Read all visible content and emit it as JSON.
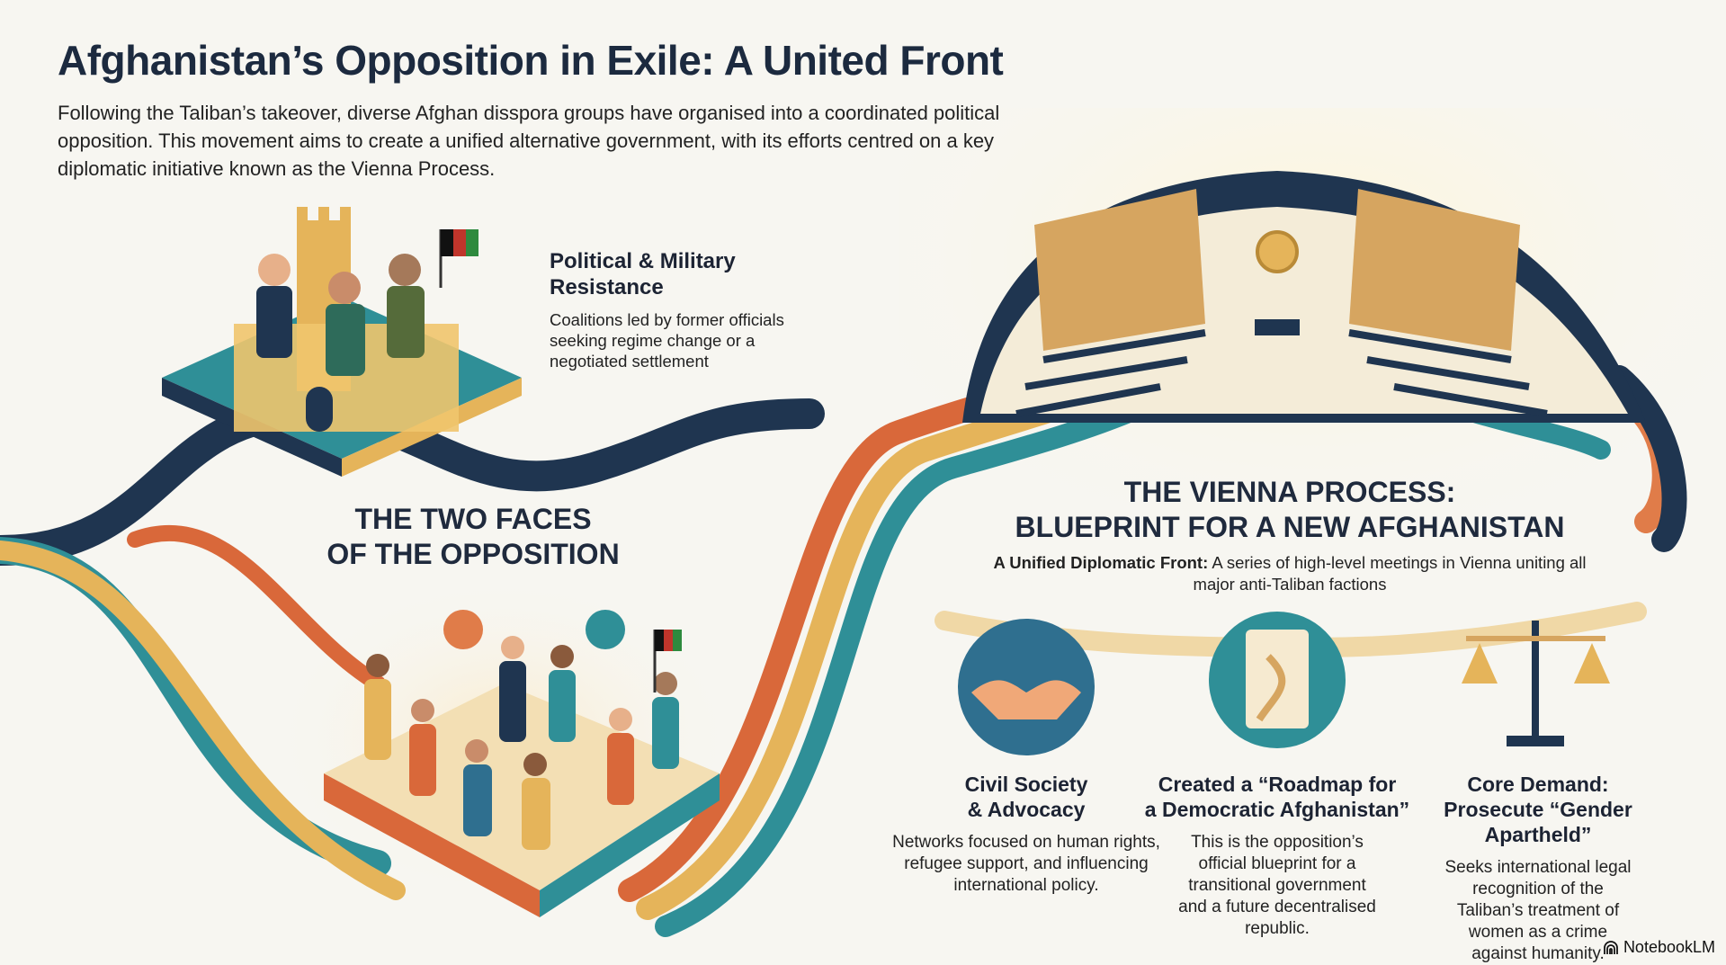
{
  "title": "Afghanistan’s Opposition in Exile: A United Front",
  "subtitle": "Following the Taliban’s takeover, diverse Afghan disspora groups have organised into a coordinated political opposition. This movement aims to create a unified alternative government, with its efforts centred on a key diplomatic initiative known as the Vienna Process.",
  "left_section": {
    "heading_line1": "THE TWO FACES",
    "heading_line2": "OF THE OPPOSITION",
    "political_military": {
      "title_line1": "Political & Military",
      "title_line2": "Resistance",
      "description": "Coalitions led by former officials seeking regime change or a negotiated settlement"
    }
  },
  "right_section": {
    "heading_line1": "THE VIENNA PROCESS:",
    "heading_line2": "BLUEPRINT FOR A NEW AFGHANISTAN",
    "sub_bold": "A Unified Diplomatic Front:",
    "sub_text": " A series of high-level meetings in Vienna uniting all major anti-Taliban factions"
  },
  "cards": [
    {
      "icon": "handshake-icon",
      "title_line1": "Civil Society",
      "title_line2": "& Advocacy",
      "description": "Networks focused on human rights, refugee support, and influencing international policy."
    },
    {
      "icon": "scroll-roadmap-icon",
      "title_line1": "Created a “Roadmap for",
      "title_line2": "a Democratic Afghanistan”",
      "description": "This is the opposition’s official blueprint for a transitional government and a future decentralised republic."
    },
    {
      "icon": "scales-of-justice-icon",
      "title_line1": "Core Demand:",
      "title_line2": "Prosecute “Gender Apartheld”",
      "description": "Seeks international legal recognition of the Taliban’s treatment of women as a crime against humanity."
    }
  ],
  "brand": "NotebookLM",
  "colors": {
    "navy": "#1f3550",
    "teal": "#2f8f97",
    "gold": "#e5b45a",
    "orange": "#d9683a",
    "bg": "#f7f6f1"
  }
}
